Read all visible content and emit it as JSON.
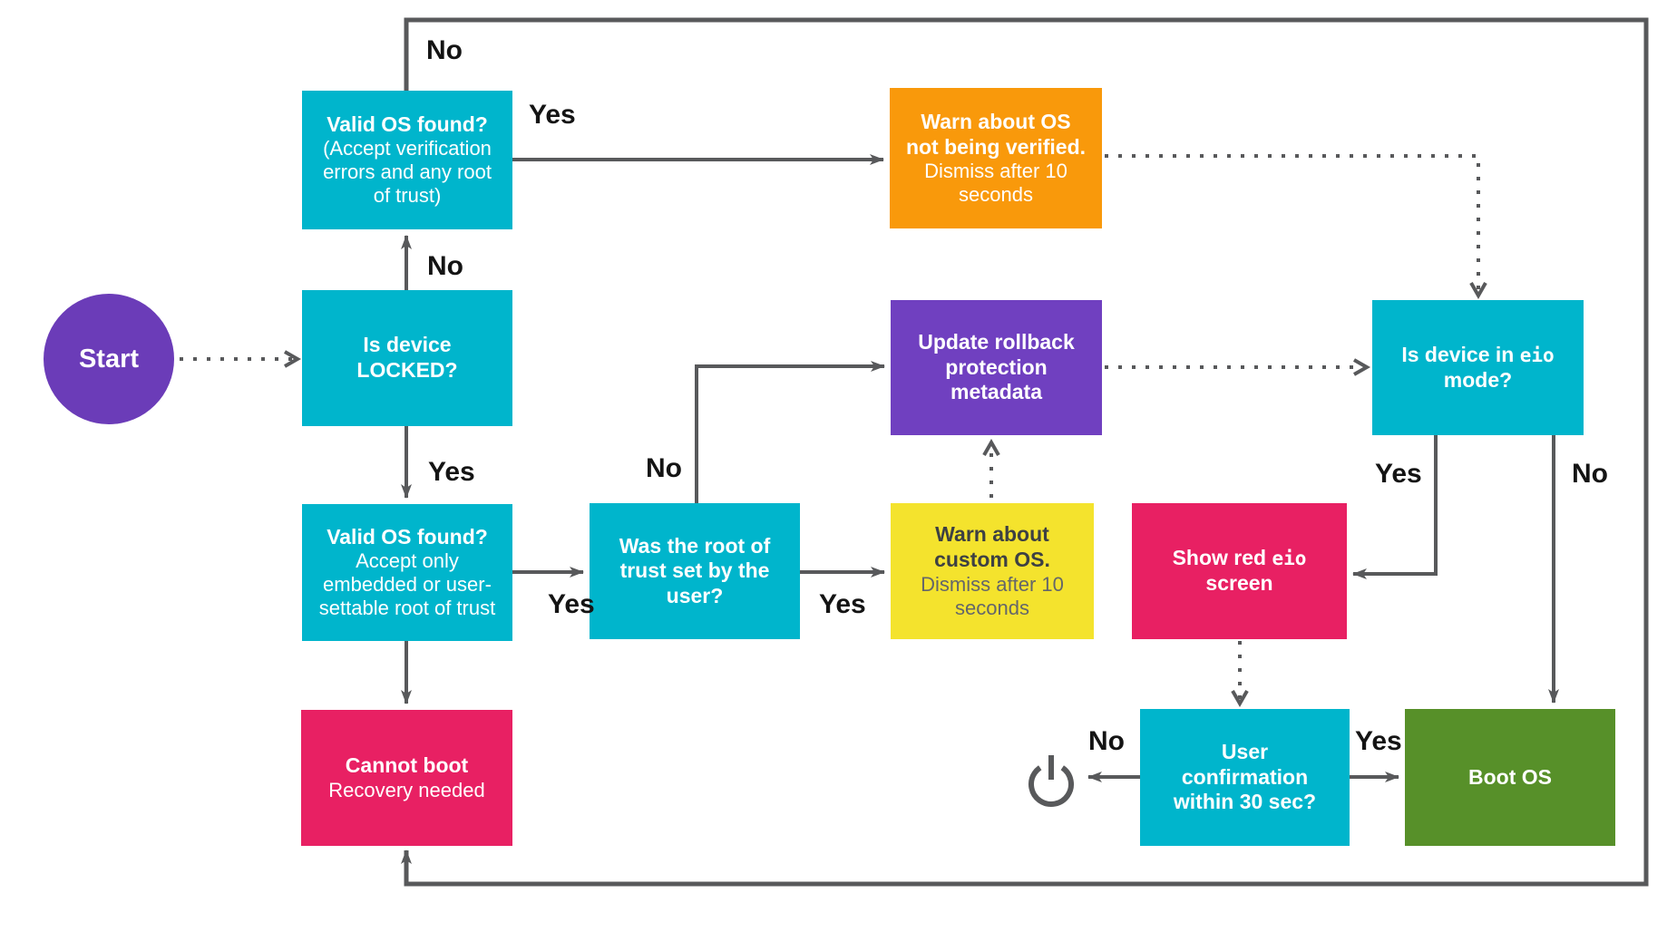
{
  "diagram": {
    "type": "flowchart",
    "topic": "Device boot verification flow",
    "nodes": {
      "start": {
        "label": "Start"
      },
      "valid_os_any_root": {
        "title": "Valid OS found?",
        "subtitle": "(Accept verification errors and any root of trust)"
      },
      "warn_os_not_verified": {
        "title": "Warn about OS not being verified.",
        "subtitle": "Dismiss after 10 seconds"
      },
      "is_device_locked": {
        "title": "Is device LOCKED?"
      },
      "update_rollback_metadata": {
        "title": "Update rollback protection metadata"
      },
      "is_device_in_eio_mode": {
        "title_pre": "Is device in ",
        "title_mono": "eio",
        "title_post": " mode?"
      },
      "valid_os_restricted_root": {
        "title": "Valid OS found?",
        "subtitle": "Accept only embedded or user-settable root of trust"
      },
      "was_root_of_trust_user_set": {
        "title": "Was the root of trust set by the user?"
      },
      "warn_custom_os": {
        "title": "Warn about custom OS.",
        "subtitle": "Dismiss after 10 seconds"
      },
      "show_red_eio_screen": {
        "title_pre": "Show red ",
        "title_mono": "eio",
        "title_post": " screen"
      },
      "cannot_boot": {
        "title": "Cannot boot",
        "subtitle": "Recovery needed"
      },
      "user_confirmation": {
        "title": "User confirmation within 30 sec?"
      },
      "boot_os": {
        "title": "Boot OS"
      }
    },
    "edge_labels": [
      {
        "id": "no-valid-os-any-root",
        "text": "No"
      },
      {
        "id": "yes-valid-os-any-root",
        "text": "Yes"
      },
      {
        "id": "no-device-locked",
        "text": "No"
      },
      {
        "id": "yes-device-locked",
        "text": "Yes"
      },
      {
        "id": "no-root-of-trust-user-set",
        "text": "No"
      },
      {
        "id": "yes-valid-os-restricted",
        "text": "Yes"
      },
      {
        "id": "yes-root-of-trust-user-set",
        "text": "Yes"
      },
      {
        "id": "yes-eio-mode",
        "text": "Yes"
      },
      {
        "id": "no-eio-mode",
        "text": "No"
      },
      {
        "id": "no-user-confirmation",
        "text": "No"
      },
      {
        "id": "yes-user-confirmation",
        "text": "Yes"
      }
    ],
    "icons": [
      {
        "id": "power-icon",
        "meaning": "power off device"
      }
    ],
    "colors": {
      "cyan_box": "#00b5cc",
      "orange_box": "#f9990b",
      "purple_box": "#7040c0",
      "start_circle": "#6b3cb8",
      "pink_box": "#e82063",
      "yellow_box": "#f4e32d",
      "green_box": "#579029",
      "connector_gray": "#58595b",
      "label_black": "#141414"
    }
  }
}
